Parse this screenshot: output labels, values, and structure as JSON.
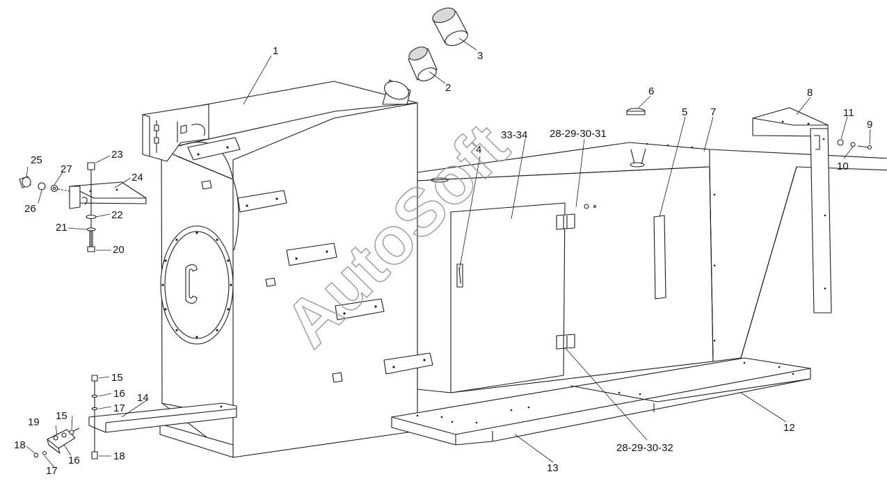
{
  "watermark": "AutoSoft",
  "callouts": [
    {
      "id": "c1",
      "text": "1"
    },
    {
      "id": "c2",
      "text": "2"
    },
    {
      "id": "c3",
      "text": "3"
    },
    {
      "id": "c4",
      "text": "4"
    },
    {
      "id": "c5",
      "text": "5"
    },
    {
      "id": "c6",
      "text": "6"
    },
    {
      "id": "c7",
      "text": "7"
    },
    {
      "id": "c8",
      "text": "8"
    },
    {
      "id": "c9",
      "text": "9"
    },
    {
      "id": "c10",
      "text": "10"
    },
    {
      "id": "c11",
      "text": "11"
    },
    {
      "id": "c12",
      "text": "12"
    },
    {
      "id": "c13",
      "text": "13"
    },
    {
      "id": "c14",
      "text": "14"
    },
    {
      "id": "c15a",
      "text": "15"
    },
    {
      "id": "c16a",
      "text": "16"
    },
    {
      "id": "c17a",
      "text": "17"
    },
    {
      "id": "c15b",
      "text": "15"
    },
    {
      "id": "c16b",
      "text": "16"
    },
    {
      "id": "c17b",
      "text": "17"
    },
    {
      "id": "c18a",
      "text": "18"
    },
    {
      "id": "c18b",
      "text": "18"
    },
    {
      "id": "c19",
      "text": "19"
    },
    {
      "id": "c20",
      "text": "20"
    },
    {
      "id": "c21",
      "text": "21"
    },
    {
      "id": "c22",
      "text": "22"
    },
    {
      "id": "c23",
      "text": "23"
    },
    {
      "id": "c24",
      "text": "24"
    },
    {
      "id": "c25",
      "text": "25"
    },
    {
      "id": "c26",
      "text": "26"
    },
    {
      "id": "c27",
      "text": "27"
    },
    {
      "id": "c2831",
      "text": "28-29-30-31"
    },
    {
      "id": "c2832",
      "text": "28-29-30-32"
    },
    {
      "id": "c3334",
      "text": "33-34"
    }
  ]
}
